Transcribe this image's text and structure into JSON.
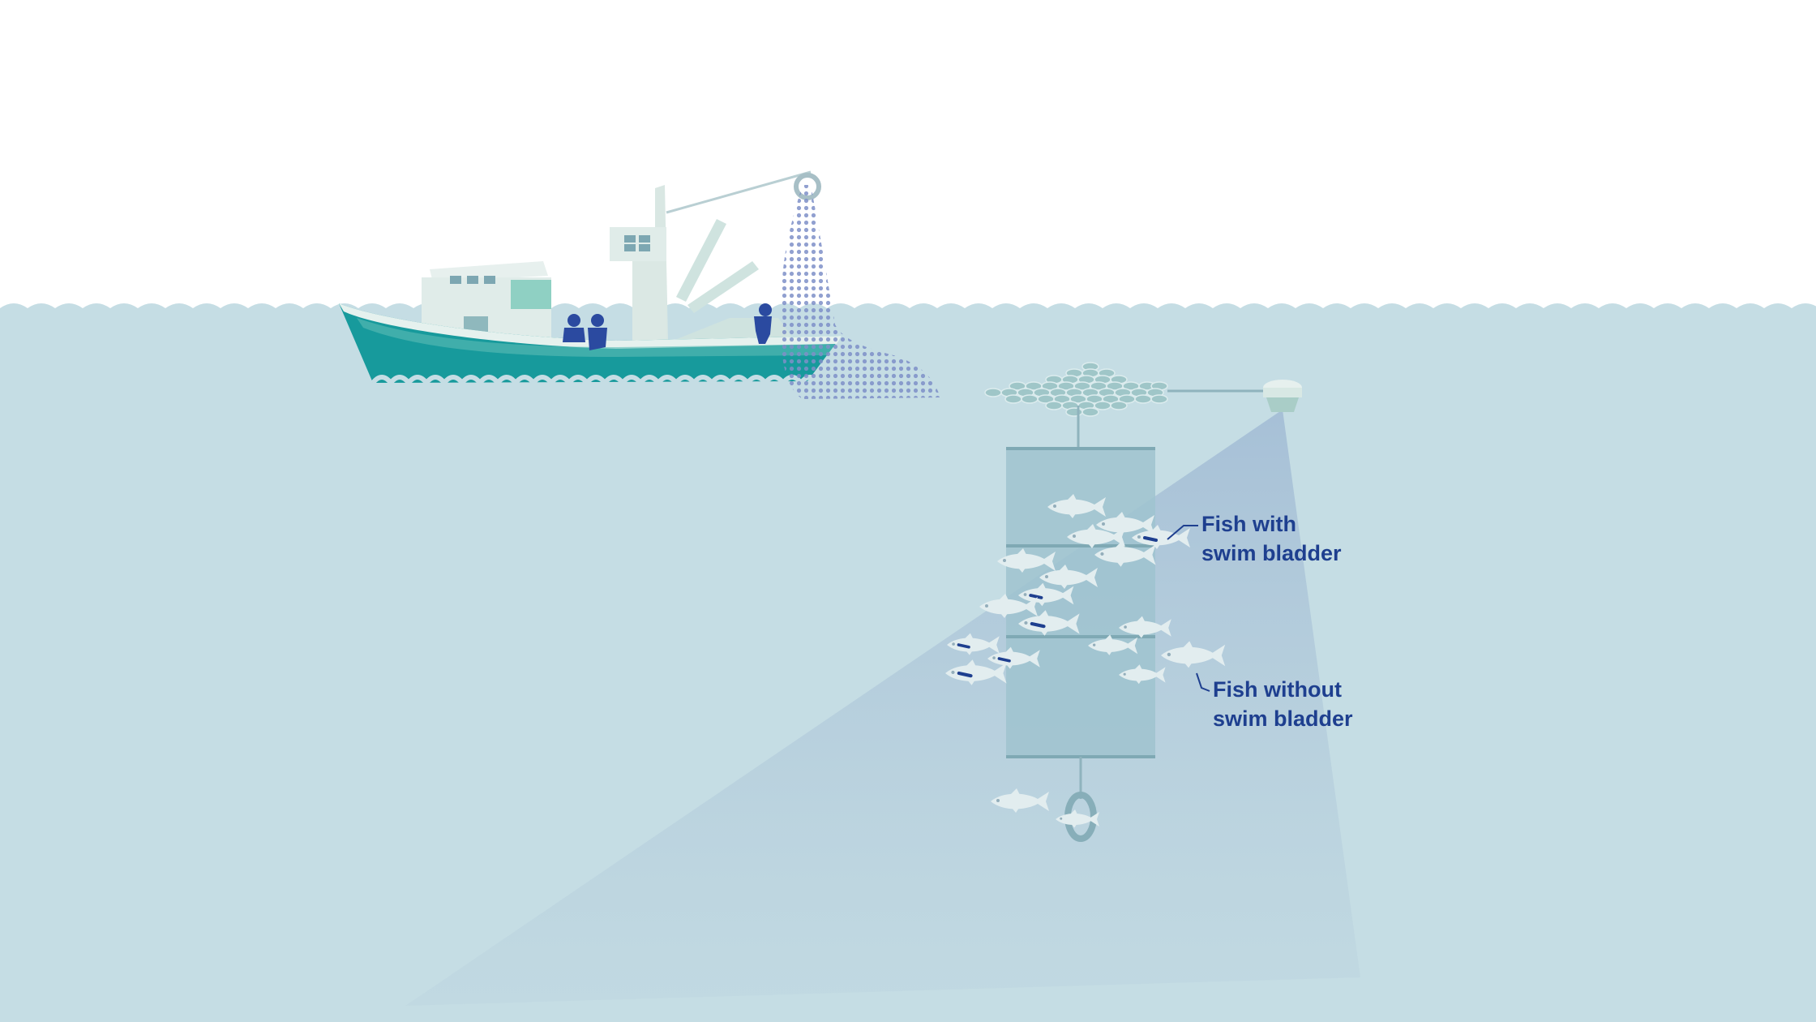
{
  "labels": {
    "fish_with_line1": "Fish with",
    "fish_with_line2": "swim bladder",
    "fish_without_line1": "Fish without",
    "fish_without_line2": "swim bladder"
  },
  "colors": {
    "sky": "#ffffff",
    "sea": "#c5dde4",
    "boat_hull": "#179a9c",
    "boat_cabin": "#e0ece9",
    "net": "#7e8fc8",
    "crew": "#2b4aa0",
    "fad_panel": "#9fc3cf",
    "fish": "#e2edef",
    "sonar_beam": "#a9c3d6",
    "label_text": "#1e3f8f"
  },
  "icons": {
    "boat": "fishing-boat-icon",
    "net": "purse-net-icon",
    "buoy": "sonar-buoy-icon",
    "fad": "fish-aggregating-device-icon",
    "fish": "tuna-fish-icon",
    "swim_bladder": "swim-bladder-marker-icon"
  }
}
